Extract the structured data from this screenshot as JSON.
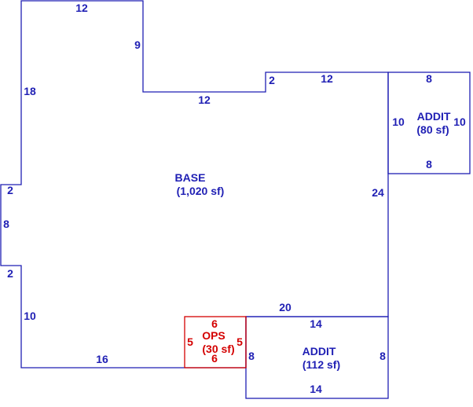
{
  "colors": {
    "base": "#1f1fb4",
    "ops": "#d40000",
    "background": "#ffffff"
  },
  "base_area": {
    "name": "BASE",
    "area": "(1,020 sf)",
    "dims": {
      "top": "12",
      "notch_vertical": "9",
      "notch_bottom": "12",
      "step_small": "2",
      "upper_right_top": "12",
      "right": "24",
      "bottom_mid": "20",
      "bottom_left": "16",
      "left_lower": "10",
      "jog_lower": "2",
      "jog_side": "8",
      "jog_upper": "2",
      "left_upper": "18"
    }
  },
  "addit_right": {
    "name": "ADDIT",
    "area": "(80 sf)",
    "dims": {
      "top": "8",
      "bottom": "8",
      "left": "10",
      "right": "10"
    }
  },
  "addit_bottom": {
    "name": "ADDIT",
    "area": "(112 sf)",
    "dims": {
      "top": "14",
      "bottom": "14",
      "left": "8",
      "right": "8"
    }
  },
  "ops": {
    "name": "OPS",
    "area": "(30 sf)",
    "dims": {
      "top": "6",
      "bottom": "6",
      "left": "5",
      "right": "5"
    }
  }
}
